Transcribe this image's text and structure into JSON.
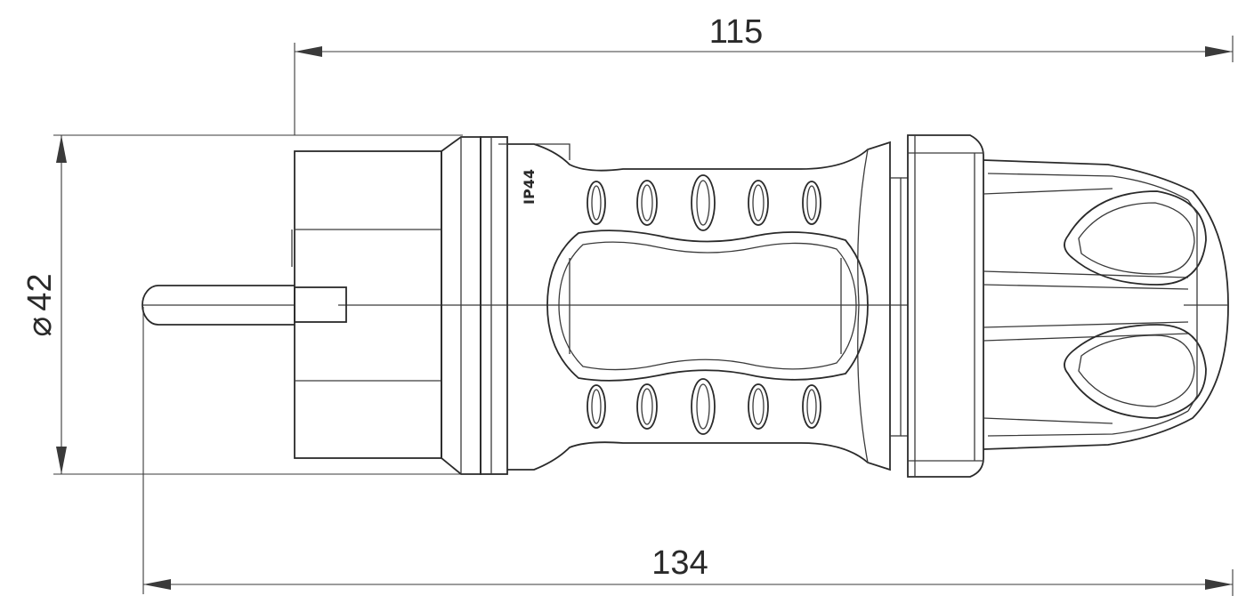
{
  "dimensions": {
    "overall_body_length": "115",
    "overall_length": "134",
    "diameter_symbol": "⌀",
    "diameter_value": "42"
  },
  "marking": {
    "text": "IP44"
  },
  "colors": {
    "line": "#3a3a3a",
    "background": "#ffffff"
  }
}
